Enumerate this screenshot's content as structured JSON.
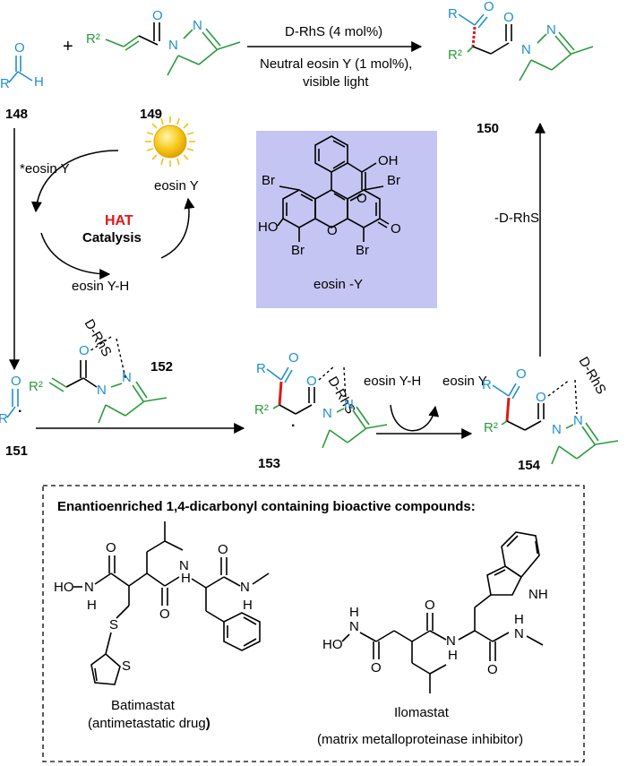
{
  "compounds": {
    "c148": "148",
    "c149": "149",
    "c150": "150",
    "c151": "151",
    "c152": "152",
    "c153": "153",
    "c154": "154"
  },
  "atoms": {
    "R": "R",
    "H": "H",
    "O": "O",
    "N": "N",
    "R2": "R²",
    "plus": "+",
    "HO": "HO",
    "OH": "OH",
    "Br": "Br",
    "S": "S",
    "H_nh": "H",
    "NH": "NH",
    "radical_dot": "·"
  },
  "conditions": {
    "catalyst_top": "D-RhS (4 mol%)",
    "photocat_line1": "Neutral eosin Y (1 mol%),",
    "photocat_line2": "visible light",
    "release": "-D-RhS"
  },
  "cycle": {
    "excited": "*eosin Y",
    "ground": "eosin Y",
    "reduced": "eosin Y-H",
    "hat": "HAT",
    "catalysis": "Catalysis"
  },
  "hat_step": {
    "left": "eosin Y-H",
    "right": "eosin Y"
  },
  "eosin_box": {
    "caption": "eosin -Y",
    "background": "#c5c5f3"
  },
  "coordination": {
    "dRhS": "D-RhS"
  },
  "bioactive": {
    "header": "Enantioenriched 1,4-dicarbonyl containing bioactive compounds:",
    "batimastat_name": "Batimastat",
    "batimastat_desc_prefix": "(antimetastatic drug",
    "batimastat_desc_suffix": ")",
    "ilomastat_name": "Ilomastat",
    "ilomastat_desc": "(matrix metalloproteinase inhibitor)"
  },
  "colors": {
    "blue": "#1f8fd0",
    "green": "#2a9b3c",
    "red": "#e01818",
    "hat_red": "#e01818",
    "sun": "#f3c21a"
  }
}
